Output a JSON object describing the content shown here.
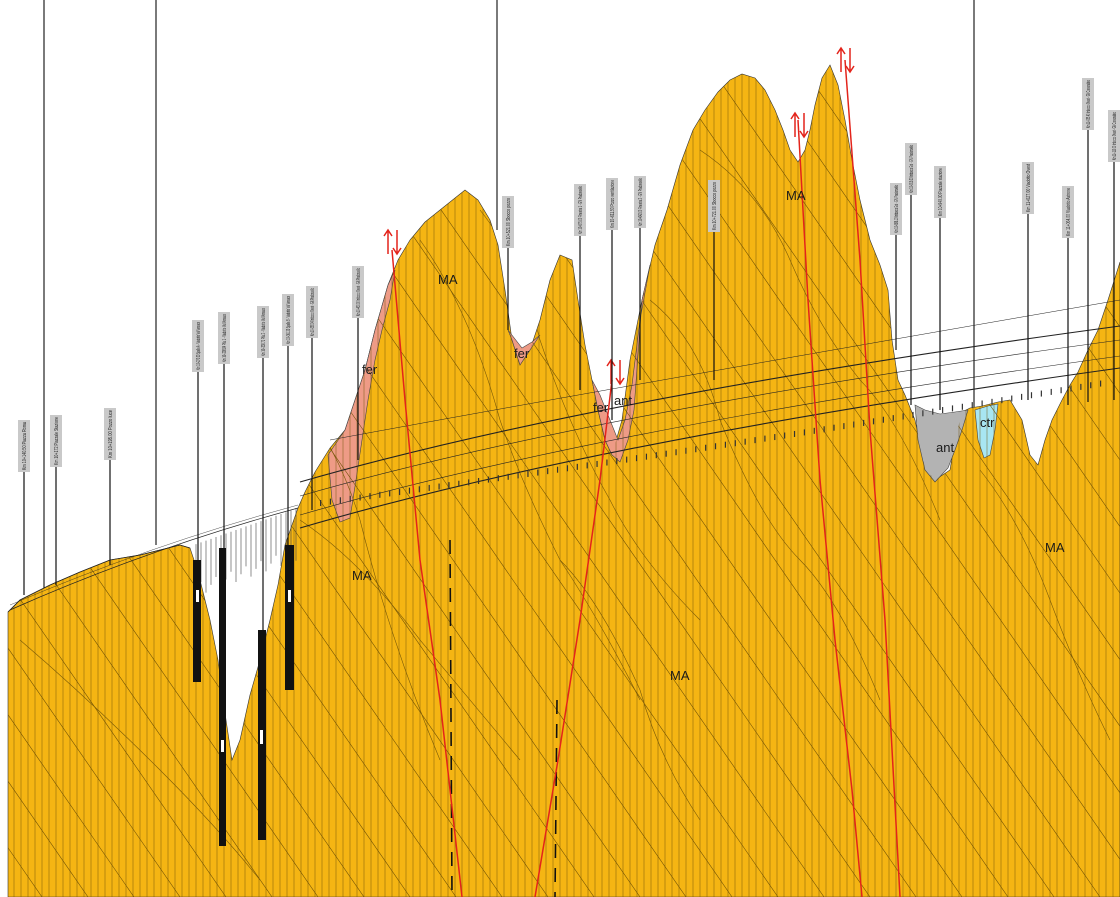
{
  "colors": {
    "ma": "#f5b513",
    "fer": "#ee9b86",
    "ant": "#b3b3b3",
    "ctr": "#a8e6f2",
    "fault": "#e3241b",
    "background": "#ffffff"
  },
  "units": {
    "ma": "MA",
    "fer": "fer",
    "ant": "ant",
    "ctr": "ctr"
  },
  "boreholes": [
    {
      "id": "BH-1",
      "text": "Km 10+140.50 Piazza Roma"
    },
    {
      "id": "BH-2",
      "text": "Km 10+172 Piazzale Stazione"
    },
    {
      "id": "BH-3",
      "text": "Km 10+195.00 Pozzo luce"
    },
    {
      "id": "BH-4",
      "text": "Km 10+270.00 Spalla A - Viadotto Val Versace"
    },
    {
      "id": "BH-5",
      "text": "Km 10+298.84 Pila 1 - Viadotto Val Versace"
    },
    {
      "id": "BH-6",
      "text": "Km 10+330.71 Pila 2 - Viadotto Val Versace"
    },
    {
      "id": "BH-7",
      "text": "Km 10+361.20 Spalla B - Viadotto Val Versace"
    },
    {
      "id": "BH-8",
      "text": "Km 10+388.04 Imbocco Ovest - GN Pradonoello"
    },
    {
      "id": "BH-9",
      "text": "Km 10+430.00 Imbocco Ovest - GN Pradonoello"
    },
    {
      "id": "BH-10",
      "text": "Km 10+521.00 Sbocco pozzo"
    },
    {
      "id": "BH-11",
      "text": "Km 10+575.00 Finestra 1 - GN Pradonoello"
    },
    {
      "id": "BH-12",
      "text": "Km 10+611.50 Pozzo ventilazione"
    },
    {
      "id": "BH-13",
      "text": "Km 10+642.00 Finestra 2 - GN Pradonoello"
    },
    {
      "id": "BH-14",
      "text": "Km 10+721.00 Sbocco pozzo"
    },
    {
      "id": "BH-15",
      "text": "Km 10+898.10 Imbocco Est - GN Pradonoello"
    },
    {
      "id": "BH-16",
      "text": "Km 10+915.00 Imbocco Est - GN Pradonoello"
    },
    {
      "id": "BH-17",
      "text": "Km 10+940.00 Piazzale stazione"
    },
    {
      "id": "BH-18",
      "text": "Km 11+027.00 Viadotto Ovest"
    },
    {
      "id": "BH-19",
      "text": "Km 11+064.00 Viadotto Astrone"
    },
    {
      "id": "BH-20",
      "text": "Km 11+085.40 Imbocco Ovest - GN Consonalino"
    },
    {
      "id": "BH-21",
      "text": "Km 11+110.00 Imbocco Ovest - GN Consonalino"
    }
  ]
}
